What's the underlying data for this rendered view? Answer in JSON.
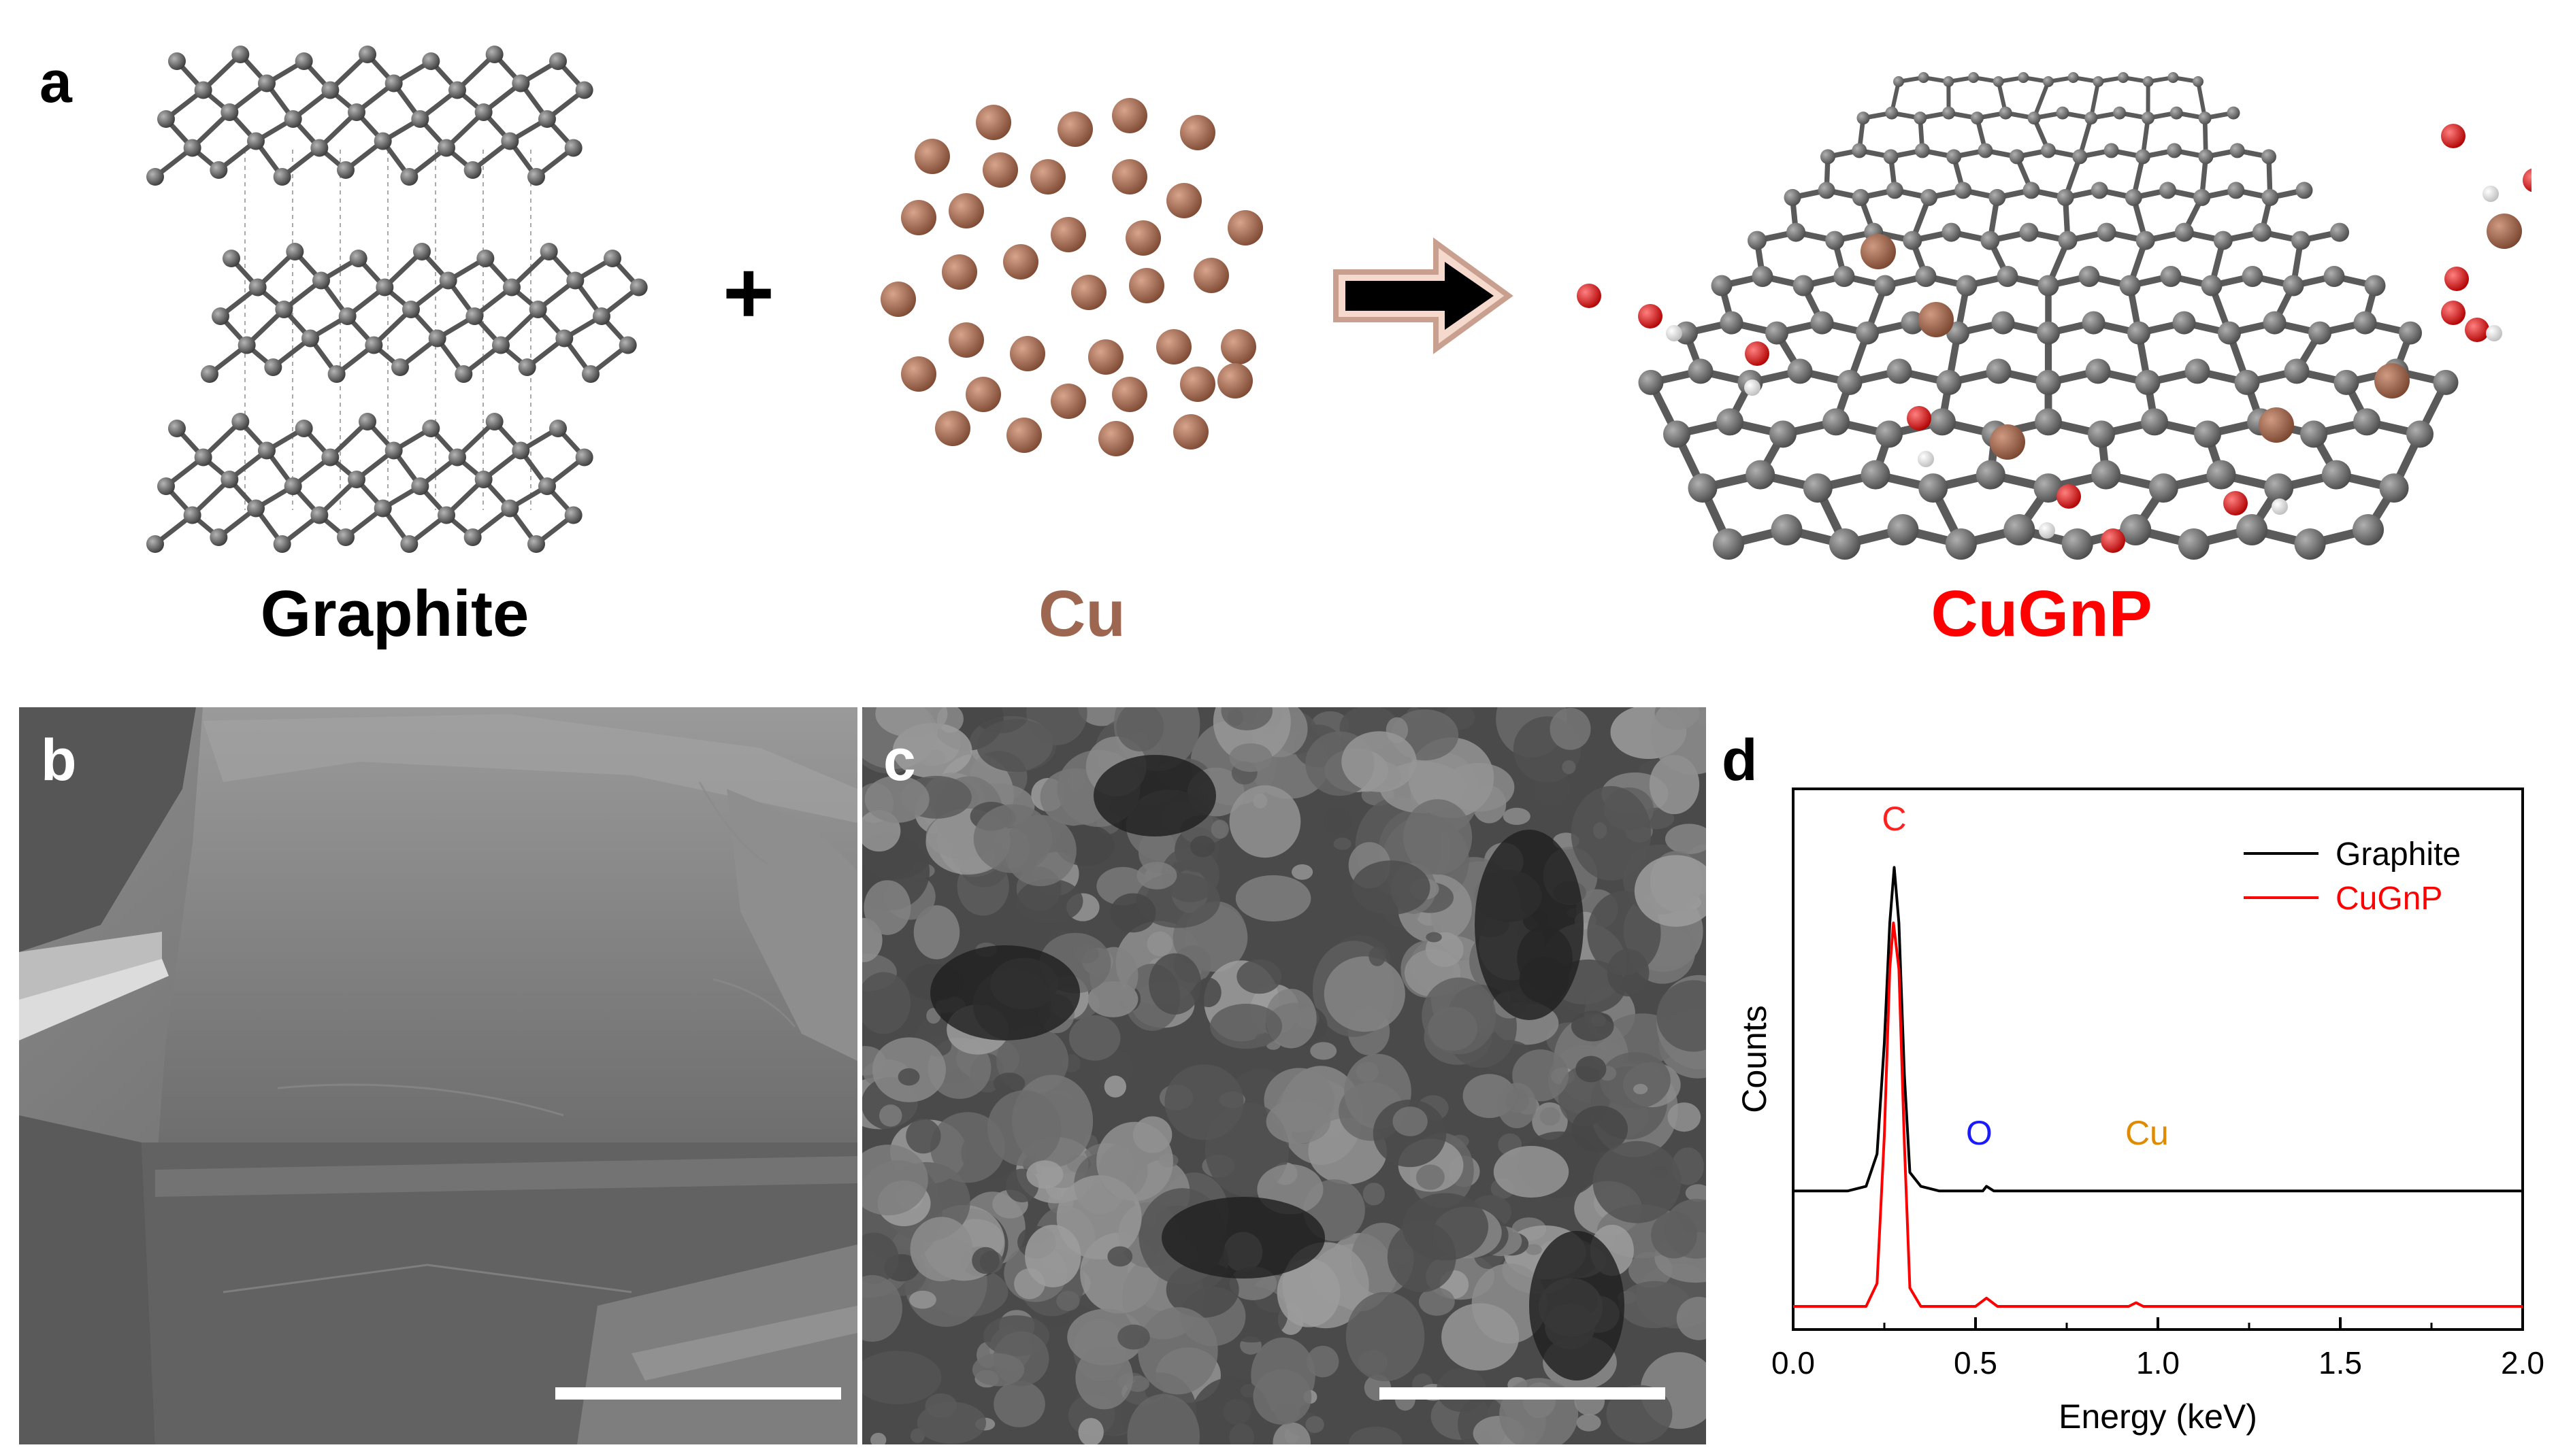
{
  "panels": {
    "a": {
      "letter": "a",
      "labels": {
        "graphite": "Graphite",
        "plus": "+",
        "cu": "Cu",
        "cugnp": "CuGnP"
      },
      "colors": {
        "carbon": "#5a5a5a",
        "copper": "#a0644b",
        "oxygen": "#e01818",
        "hydrogen": "#e6e6e6",
        "cugnp_label": "#ff0000",
        "cu_label": "#9c6650"
      }
    },
    "b": {
      "letter": "b"
    },
    "c": {
      "letter": "c"
    },
    "d": {
      "letter": "d"
    }
  },
  "chart_data": {
    "type": "line",
    "xlabel": "Energy (keV)",
    "ylabel": "Counts",
    "xlim": [
      0.0,
      2.0
    ],
    "xticks": [
      "0.0",
      "0.5",
      "1.0",
      "1.5",
      "2.0"
    ],
    "legend_position": "top-right",
    "series": [
      {
        "name": "Graphite",
        "color": "#000000",
        "points": [
          [
            0.0,
            0.3
          ],
          [
            0.15,
            0.3
          ],
          [
            0.2,
            0.31
          ],
          [
            0.23,
            0.38
          ],
          [
            0.25,
            0.62
          ],
          [
            0.265,
            0.88
          ],
          [
            0.277,
            1.0
          ],
          [
            0.29,
            0.88
          ],
          [
            0.305,
            0.55
          ],
          [
            0.32,
            0.34
          ],
          [
            0.35,
            0.31
          ],
          [
            0.4,
            0.3
          ],
          [
            0.52,
            0.3
          ],
          [
            0.53,
            0.31
          ],
          [
            0.55,
            0.3
          ],
          [
            1.0,
            0.3
          ],
          [
            2.0,
            0.3
          ]
        ]
      },
      {
        "name": "CuGnP",
        "color": "#ff0000",
        "points": [
          [
            0.0,
            0.05
          ],
          [
            0.2,
            0.05
          ],
          [
            0.23,
            0.1
          ],
          [
            0.25,
            0.42
          ],
          [
            0.265,
            0.78
          ],
          [
            0.275,
            0.88
          ],
          [
            0.29,
            0.78
          ],
          [
            0.305,
            0.4
          ],
          [
            0.32,
            0.09
          ],
          [
            0.35,
            0.05
          ],
          [
            0.5,
            0.05
          ],
          [
            0.53,
            0.068
          ],
          [
            0.56,
            0.05
          ],
          [
            0.92,
            0.05
          ],
          [
            0.94,
            0.058
          ],
          [
            0.96,
            0.05
          ],
          [
            2.0,
            0.05
          ]
        ]
      }
    ],
    "annotations": [
      {
        "text": "C",
        "x": 0.277,
        "y": 1.08,
        "color": "#ff2020"
      },
      {
        "text": "O",
        "x": 0.51,
        "y": 0.4,
        "color": "#1a1aff"
      },
      {
        "text": "Cu",
        "x": 0.97,
        "y": 0.4,
        "color": "#e08a00"
      }
    ]
  }
}
